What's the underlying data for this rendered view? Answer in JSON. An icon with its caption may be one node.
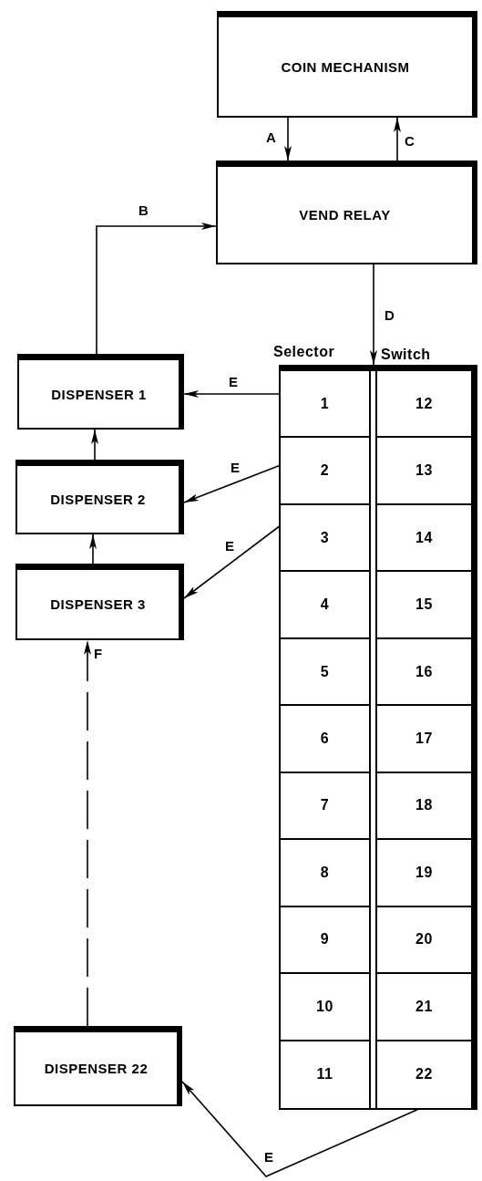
{
  "diagram": {
    "nodes": [
      {
        "text": [
          "COIN MECHANISM"
        ]
      },
      {
        "text": [
          "VEND RELAY"
        ]
      },
      {
        "text": [
          "Selector",
          "Switch"
        ]
      },
      {
        "text": [
          "1"
        ],
        "in": 2
      },
      {
        "text": [
          "12"
        ],
        "in": 2
      },
      {
        "text": [
          "2"
        ],
        "in": 2
      },
      {
        "text": [
          "13"
        ],
        "in": 2
      },
      {
        "text": [
          "3"
        ],
        "in": 2
      },
      {
        "text": [
          "14"
        ],
        "in": 2
      },
      {
        "text": [
          "4"
        ],
        "in": 2
      },
      {
        "text": [
          "15"
        ],
        "in": 2
      },
      {
        "text": [
          "5"
        ],
        "in": 2
      },
      {
        "text": [
          "16"
        ],
        "in": 2
      },
      {
        "text": [
          "6"
        ],
        "in": 2
      },
      {
        "text": [
          "17"
        ],
        "in": 2
      },
      {
        "text": [
          "7"
        ],
        "in": 2
      },
      {
        "text": [
          "18"
        ],
        "in": 2
      },
      {
        "text": [
          "8"
        ],
        "in": 2
      },
      {
        "text": [
          "19"
        ],
        "in": 2
      },
      {
        "text": [
          "9"
        ],
        "in": 2
      },
      {
        "text": [
          "20"
        ],
        "in": 2
      },
      {
        "text": [
          "10"
        ],
        "in": 2
      },
      {
        "text": [
          "21"
        ],
        "in": 2
      },
      {
        "text": [
          "11"
        ],
        "in": 2
      },
      {
        "text": [
          "22"
        ],
        "in": 2
      },
      {
        "text": [
          "DISPENSER 1"
        ]
      },
      {
        "text": [
          "DISPENSER 2"
        ]
      },
      {
        "text": [
          "DISPENSER 3"
        ]
      },
      {
        "text": [
          "DISPENSER 22"
        ]
      }
    ],
    "edges": [
      {
        "from": 0,
        "to": 1,
        "arrow": "to",
        "label": "A"
      },
      {
        "from": 1,
        "to": 0,
        "arrow": "to",
        "label": "C"
      },
      {
        "from": 25,
        "to": 1,
        "arrow": "to",
        "label": "B"
      },
      {
        "from": 1,
        "to": 2,
        "arrow": "to",
        "label": "D"
      },
      {
        "from": 3,
        "to": 25,
        "arrow": "to",
        "label": "E"
      },
      {
        "from": 5,
        "to": 26,
        "arrow": "to",
        "label": "E"
      },
      {
        "from": 7,
        "to": 27,
        "arrow": "to",
        "label": "E"
      },
      {
        "from": 24,
        "to": 28,
        "arrow": "to",
        "label": "E"
      },
      {
        "from": 26,
        "to": 25,
        "arrow": "to"
      },
      {
        "from": 27,
        "to": 26,
        "arrow": "to"
      },
      {
        "from": 28,
        "to": 27,
        "arrow": "to",
        "label": "F",
        "style": "dashed"
      }
    ]
  }
}
